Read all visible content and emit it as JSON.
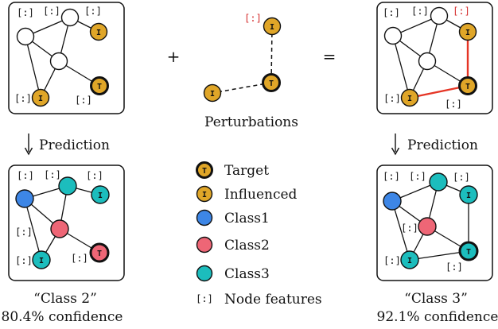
{
  "operators": {
    "plus": "+",
    "equals": "="
  },
  "perturbations_label": "Perturbations",
  "prediction_label": "Prediction",
  "node_feature_glyph": "[:]",
  "target_glyph": "T",
  "influenced_glyph": "I",
  "legend": [
    {
      "key": "target",
      "label": "Target"
    },
    {
      "key": "influenced",
      "label": "Influenced"
    },
    {
      "key": "class1",
      "label": "Class1"
    },
    {
      "key": "class2",
      "label": "Class2"
    },
    {
      "key": "class3",
      "label": "Class3"
    },
    {
      "key": "features",
      "label": "Node features"
    }
  ],
  "left_result": {
    "class_text": "“Class 2”",
    "confidence_text": "80.4% confidence"
  },
  "right_result": {
    "class_text": "“Class 3”",
    "confidence_text": "92.1% confidence"
  },
  "colors": {
    "target_fill": "#E0A628",
    "class1": "#3D86E6",
    "class2": "#EE6676",
    "class3": "#1CBDBD",
    "perturb_edge": "#E53525",
    "perturb_feature": "#D42C2C",
    "node_white": "#ffffff",
    "stroke": "#111111"
  }
}
